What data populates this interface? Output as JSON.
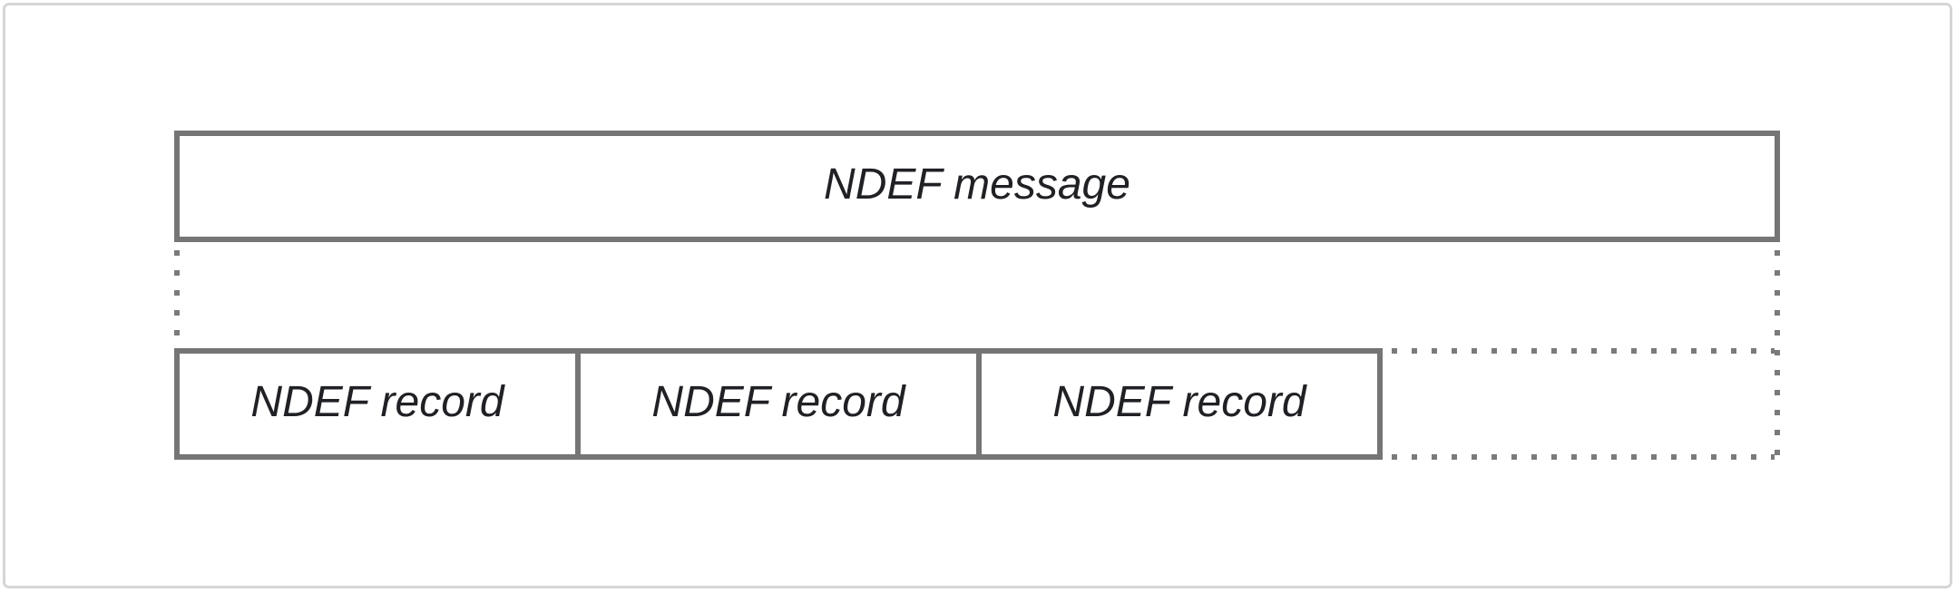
{
  "diagram": {
    "message_box": {
      "label": "NDEF message"
    },
    "record_boxes": [
      {
        "label": "NDEF record"
      },
      {
        "label": "NDEF record"
      },
      {
        "label": "NDEF record"
      }
    ],
    "continuation": {
      "style": "dotted-outline"
    },
    "colors": {
      "bg": "#ffffff",
      "frame": "#d6d6d6",
      "border": "#757575",
      "dot": "#7a7a7a",
      "text": "#202124"
    }
  }
}
